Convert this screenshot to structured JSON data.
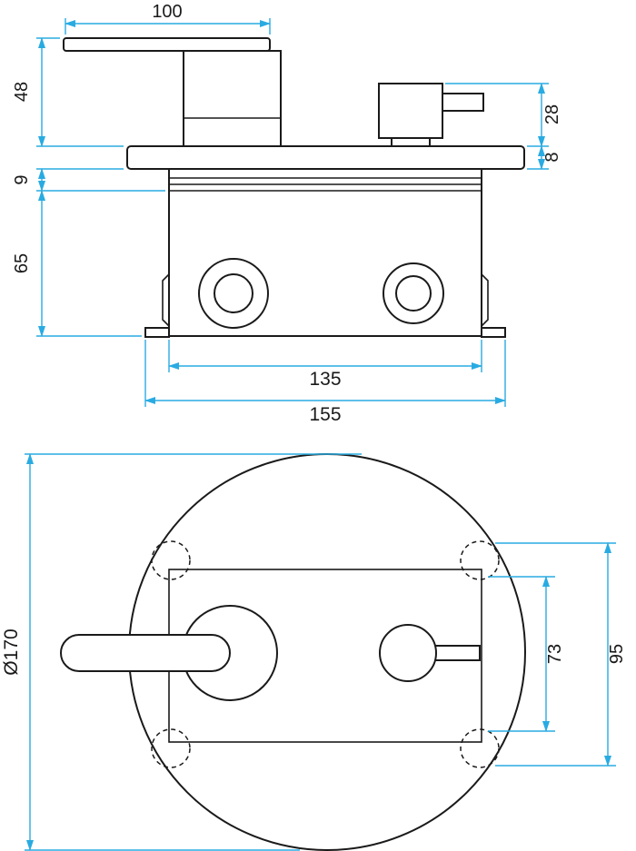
{
  "colors": {
    "accent": "#29abe2",
    "ink": "#1a1a1a",
    "background": "#ffffff"
  },
  "side_view": {
    "dims": {
      "lever_length": "100",
      "handle_height": "48",
      "collar_height": "9",
      "body_depth": "65",
      "diverter_height": "28",
      "plate_thickness": "8",
      "body_width": "135",
      "overall_width": "155"
    }
  },
  "plan_view": {
    "dims": {
      "plate_diameter": "Ø170",
      "port_spacing": "73",
      "cutout_height": "95"
    }
  }
}
